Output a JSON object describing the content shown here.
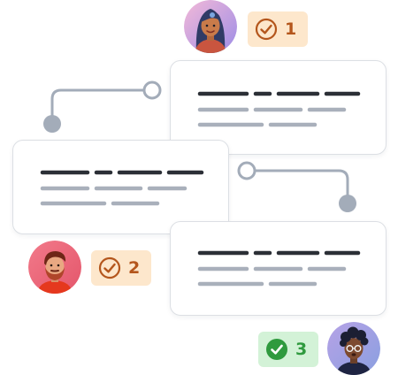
{
  "steps": [
    {
      "number": "1",
      "status": "pending",
      "icon": "check-circle-outline-icon",
      "avatar": "woman-blue-hair-avatar"
    },
    {
      "number": "2",
      "status": "pending",
      "icon": "check-circle-outline-icon",
      "avatar": "man-red-beard-avatar"
    },
    {
      "number": "3",
      "status": "done",
      "icon": "check-circle-filled-icon",
      "avatar": "woman-curly-hair-avatar"
    }
  ],
  "colors": {
    "connector": "#a3acb9",
    "dark_text_bar": "#2b2f36",
    "light_text_bar": "#a9b0bb",
    "pending_bg": "#fde7cc",
    "pending_fg": "#b4561c",
    "done_bg": "#d3f2d7",
    "done_fg": "#2f9a3e"
  }
}
